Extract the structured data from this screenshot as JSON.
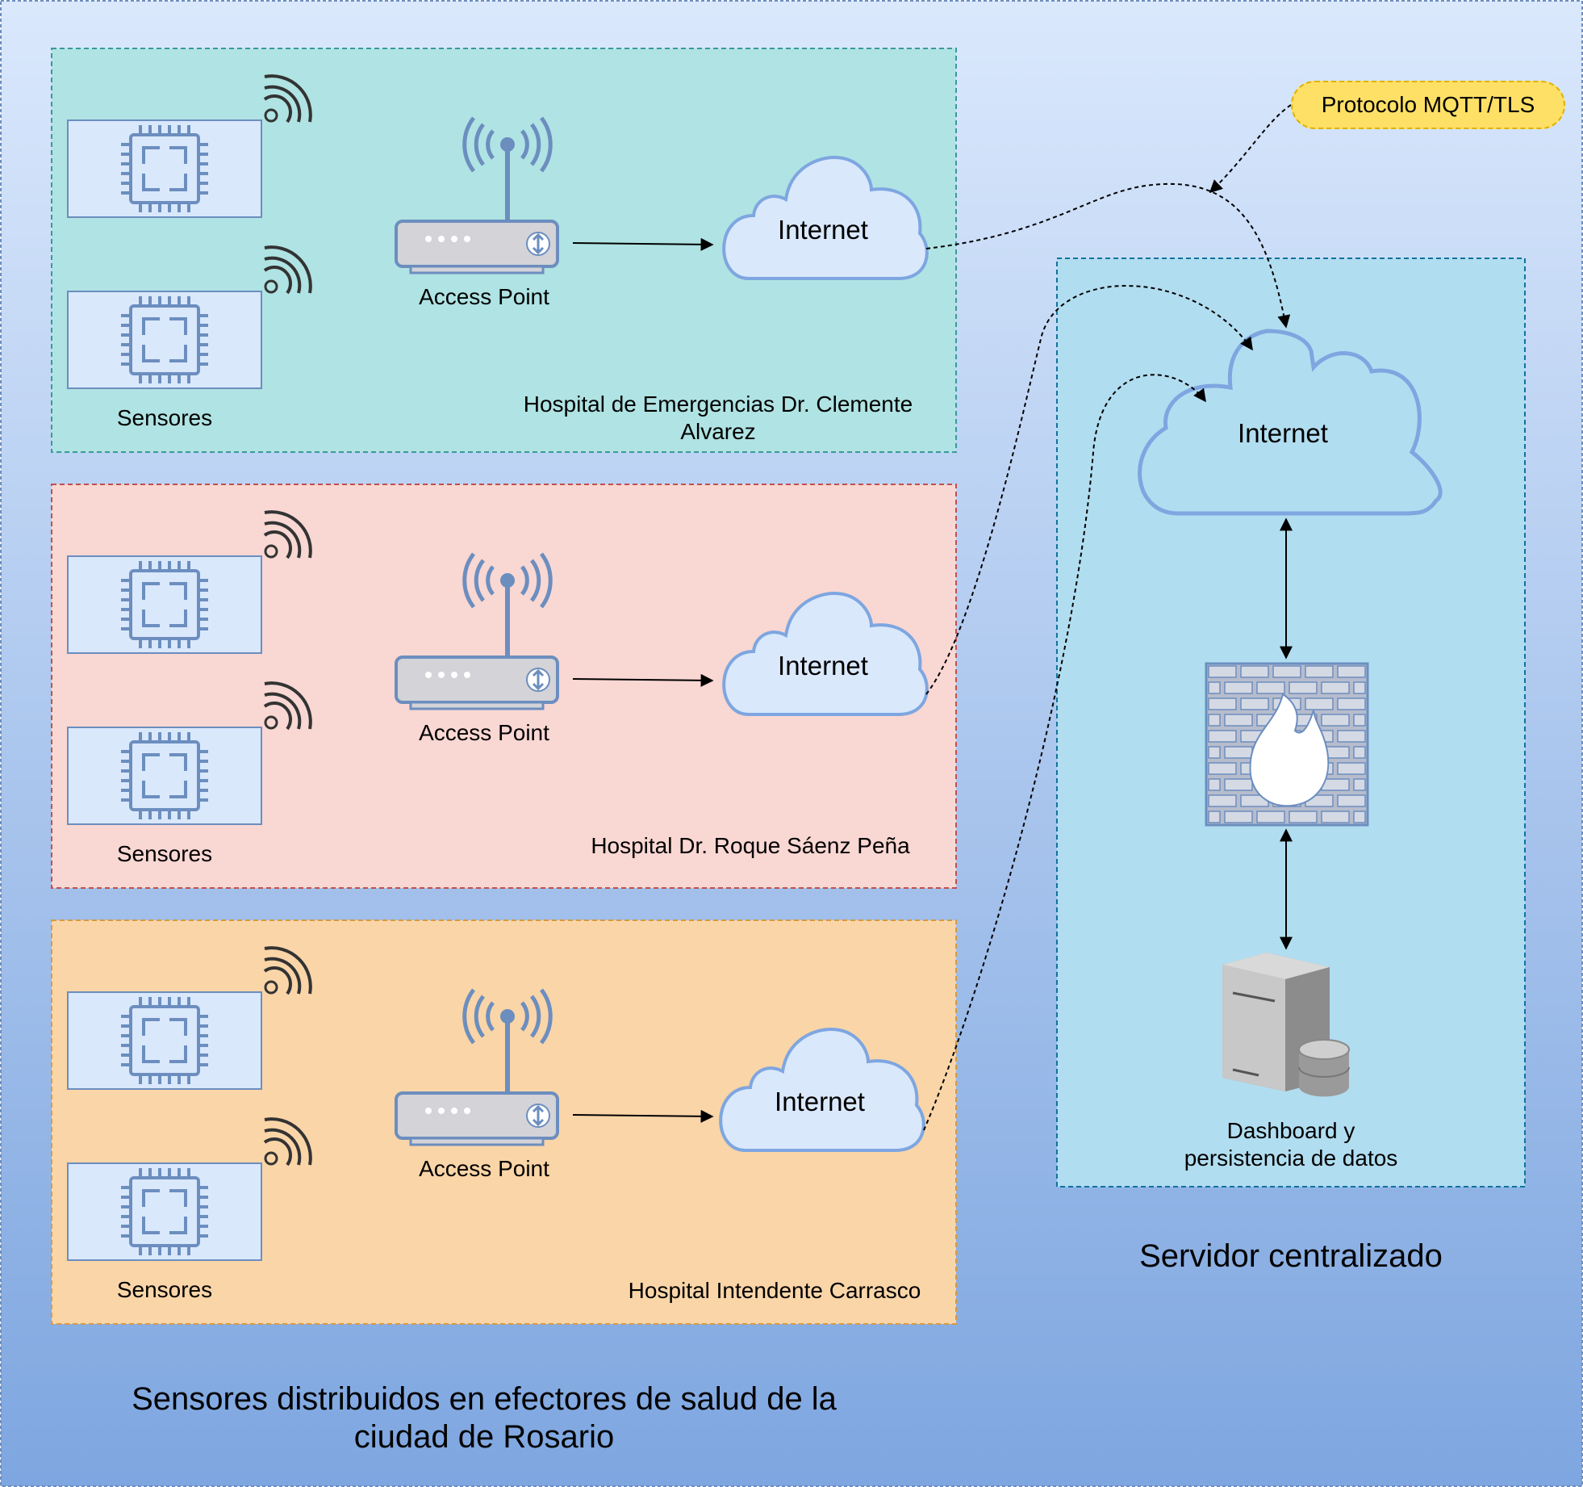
{
  "diagram": {
    "hospitals": [
      {
        "name": "Hospital de Emergencias Dr. Clemente Alvarez",
        "fill": "#b0e3e3",
        "border": "#3a9a9a"
      },
      {
        "name": "Hospital Dr. Roque Sáenz Peña",
        "fill": "#f9d7d3",
        "border": "#c0504d"
      },
      {
        "name": "Hospital Intendente Carrasco",
        "fill": "#fad5a8",
        "border": "#d79b40"
      }
    ],
    "sensors_label": "Sensores",
    "access_point_label": "Access Point",
    "internet_label": "Internet",
    "protocol_label": "Protocolo MQTT/TLS",
    "server": {
      "internet_label": "Internet",
      "storage_label_line1": "Dashboard y",
      "storage_label_line2": "persistencia de datos",
      "caption": "Servidor centralizado",
      "fill": "#b1ddf0"
    },
    "bottom_caption_line1": "Sensores distribuidos en efectores de salud de la",
    "bottom_caption_line2": "ciudad de Rosario",
    "colors": {
      "background_top": "#dae8fc",
      "background_bottom": "#7ea6e0",
      "device_stroke": "#6c8ebf",
      "device_fill": "#dae8fc",
      "router_fill": "#d3d3d8",
      "firewall_stroke": "#6c8ebf",
      "firewall_fill": "#b7bccc"
    },
    "icons": [
      "microchip-icon",
      "wifi-signal-icon",
      "wireless-router-icon",
      "cloud-icon",
      "firewall-icon",
      "server-database-icon"
    ]
  }
}
